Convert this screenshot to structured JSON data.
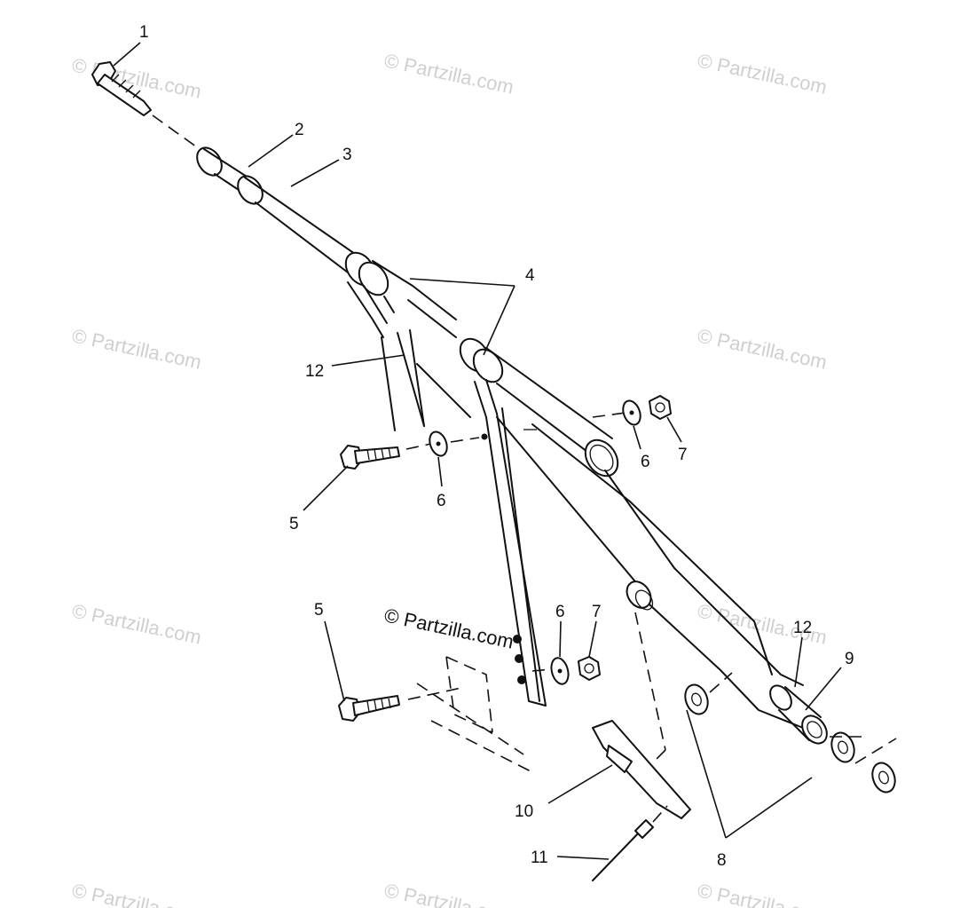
{
  "watermark": "© Partzilla.com",
  "callouts": {
    "c1": "1",
    "c2": "2",
    "c3": "3",
    "c4": "4",
    "c5a": "5",
    "c5b": "5",
    "c6a": "6",
    "c6b": "6",
    "c6c": "6",
    "c7a": "7",
    "c7b": "7",
    "c8": "8",
    "c9": "9",
    "c10": "10",
    "c11": "11",
    "c12a": "12",
    "c12b": "12"
  }
}
